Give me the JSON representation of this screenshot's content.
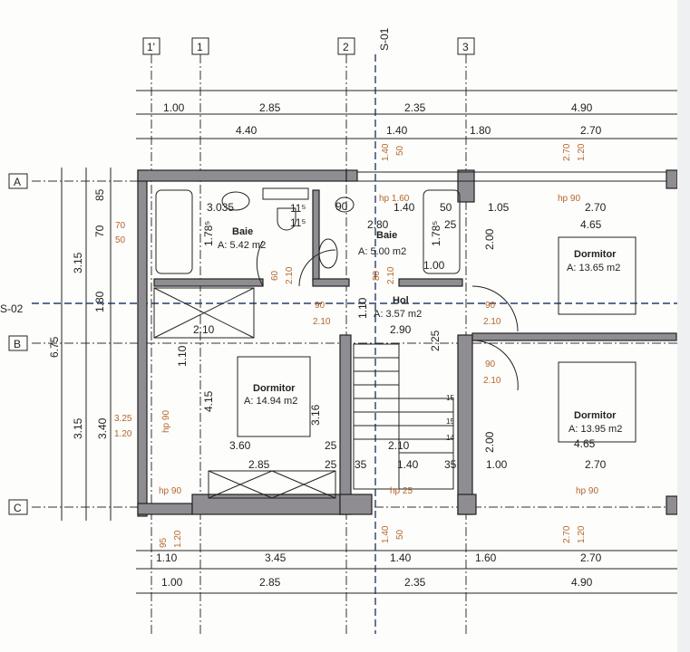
{
  "axes": {
    "cols": [
      "1'",
      "1",
      "2",
      "3"
    ],
    "rows": [
      "A",
      "B",
      "C"
    ],
    "sections": [
      "S-01",
      "S-02"
    ]
  },
  "dims_top_1": [
    "1.00",
    "2.85",
    "2.35",
    "4.90"
  ],
  "dims_top_2": [
    "4.40",
    "1.40",
    "1.80",
    "2.70"
  ],
  "dims_bottom_1": [
    "1.10",
    "3.45",
    "1.40",
    "1.60",
    "2.70"
  ],
  "dims_bottom_2": [
    "1.00",
    "2.85",
    "2.35",
    "4.90"
  ],
  "dims_left": [
    "85",
    "70",
    "1.80",
    "1.10",
    "3.15",
    "3.15",
    "6.75",
    "3.40",
    "4.15"
  ],
  "rooms": [
    {
      "name": "Baie",
      "area": "A: 5.42 m2"
    },
    {
      "name": "Baie",
      "area": "A: 5.00 m2"
    },
    {
      "name": "Hol",
      "area": "A: 3.57 m2"
    },
    {
      "name": "Dormitor",
      "area": "A: 14.94 m2"
    },
    {
      "name": "Dormitor",
      "area": "A: 13.65 m2"
    },
    {
      "name": "Dormitor",
      "area": "A: 13.95 m2"
    }
  ],
  "inner_dims": [
    "2.80",
    "1.40",
    "50",
    "25",
    "1.05",
    "2.70",
    "4.65",
    "2.10",
    "2.90",
    "3.60",
    "2.85",
    "25",
    "25",
    "35",
    "2.10",
    "1.40",
    "35",
    "1.00",
    "2.70",
    "4.65",
    "2.00",
    "2.00",
    "2.25",
    "1.10",
    "1.78⁵",
    "1.78⁵",
    "3.16",
    "1.00",
    "11⁵",
    "11⁵",
    "3.035",
    "90"
  ],
  "openings": [
    "hp 1.60",
    "hp 90",
    "70",
    "50",
    "60",
    "2.10",
    "80",
    "2.10",
    "90",
    "2.10",
    "90",
    "2.10",
    "90",
    "2.10",
    "3.25",
    "1.20",
    "hp 90",
    "hp 90",
    "hp 25",
    "hp 90",
    "1.40",
    "50",
    "2.70",
    "1.20",
    "95",
    "1.20",
    "1.40",
    "50",
    "2.70",
    "1.20"
  ],
  "stairs": [
    "15",
    "15",
    "14"
  ]
}
